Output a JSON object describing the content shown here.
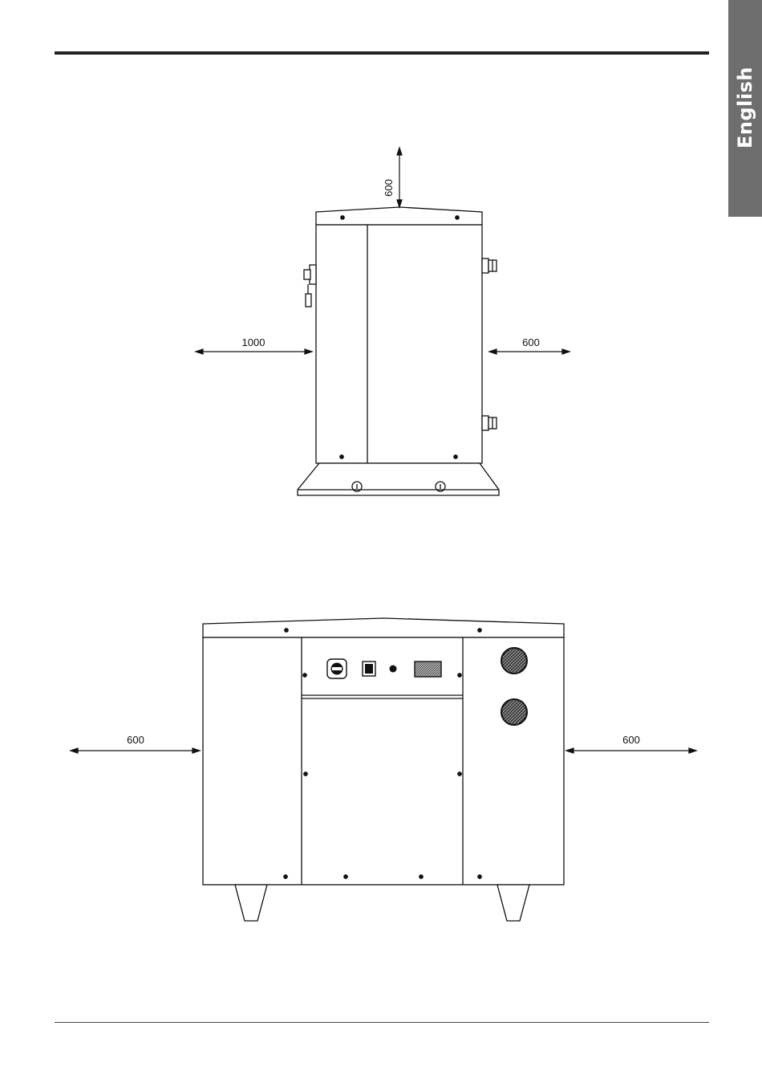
{
  "header": {
    "language_tab": "English"
  },
  "side_view": {
    "dim_top": "600",
    "dim_left": "1000",
    "dim_right": "600"
  },
  "front_view": {
    "dim_left": "600",
    "dim_right": "600"
  }
}
